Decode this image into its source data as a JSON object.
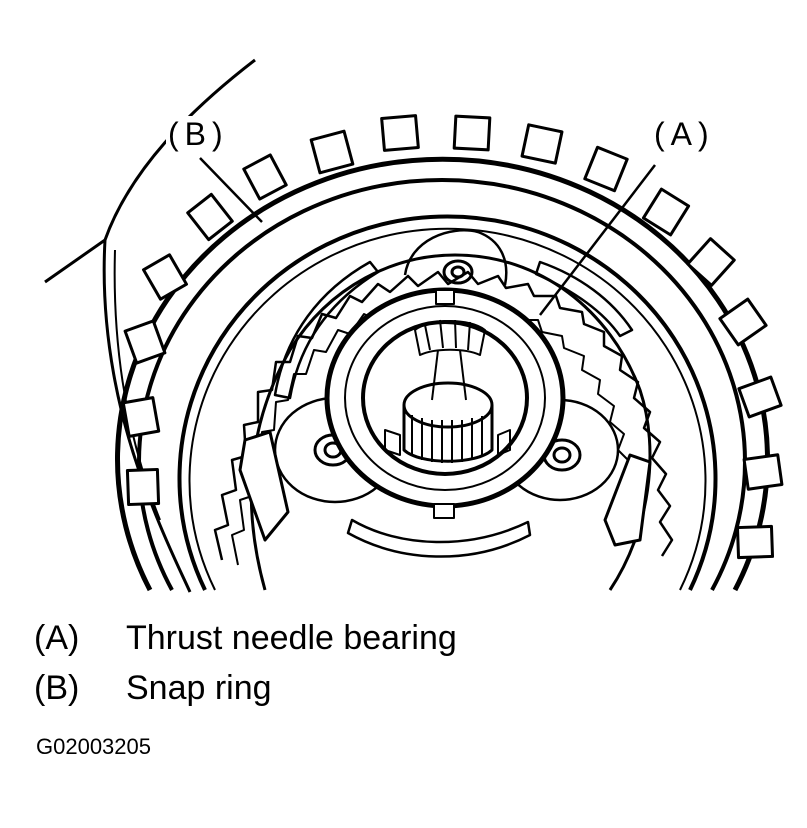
{
  "callouts": {
    "a": "(A)",
    "b": "(B)"
  },
  "legend": [
    {
      "key": "(A)",
      "text": "Thrust needle bearing"
    },
    {
      "key": "(B)",
      "text": "Snap ring"
    }
  ],
  "figure_id": "G02003205"
}
